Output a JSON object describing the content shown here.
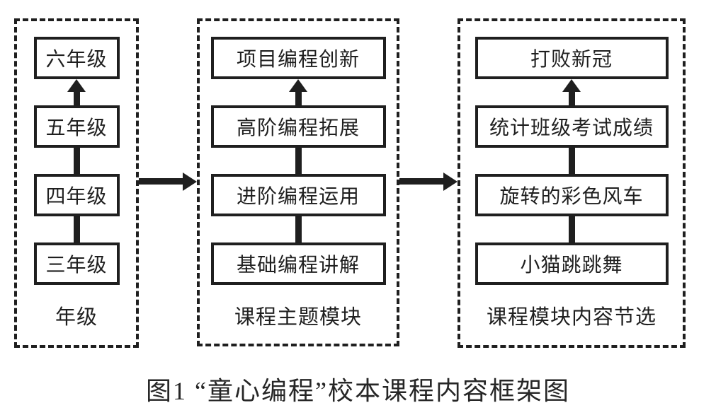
{
  "figure": {
    "caption": "图1 “童心编程”校本课程内容框架图"
  },
  "columns": [
    {
      "label": "年级",
      "items": [
        "六年级",
        "五年级",
        "四年级",
        "三年级"
      ]
    },
    {
      "label": "课程主题模块",
      "items": [
        "项目编程创新",
        "高阶编程拓展",
        "进阶编程运用",
        "基础编程讲解"
      ]
    },
    {
      "label": "课程模块内容节选",
      "items": [
        "打败新冠",
        "统计班级考试成绩",
        "旋转的彩色风车",
        "小猫跳跳舞"
      ]
    }
  ],
  "colors": {
    "line": "#1f1f1f",
    "background": "#ffffff"
  }
}
